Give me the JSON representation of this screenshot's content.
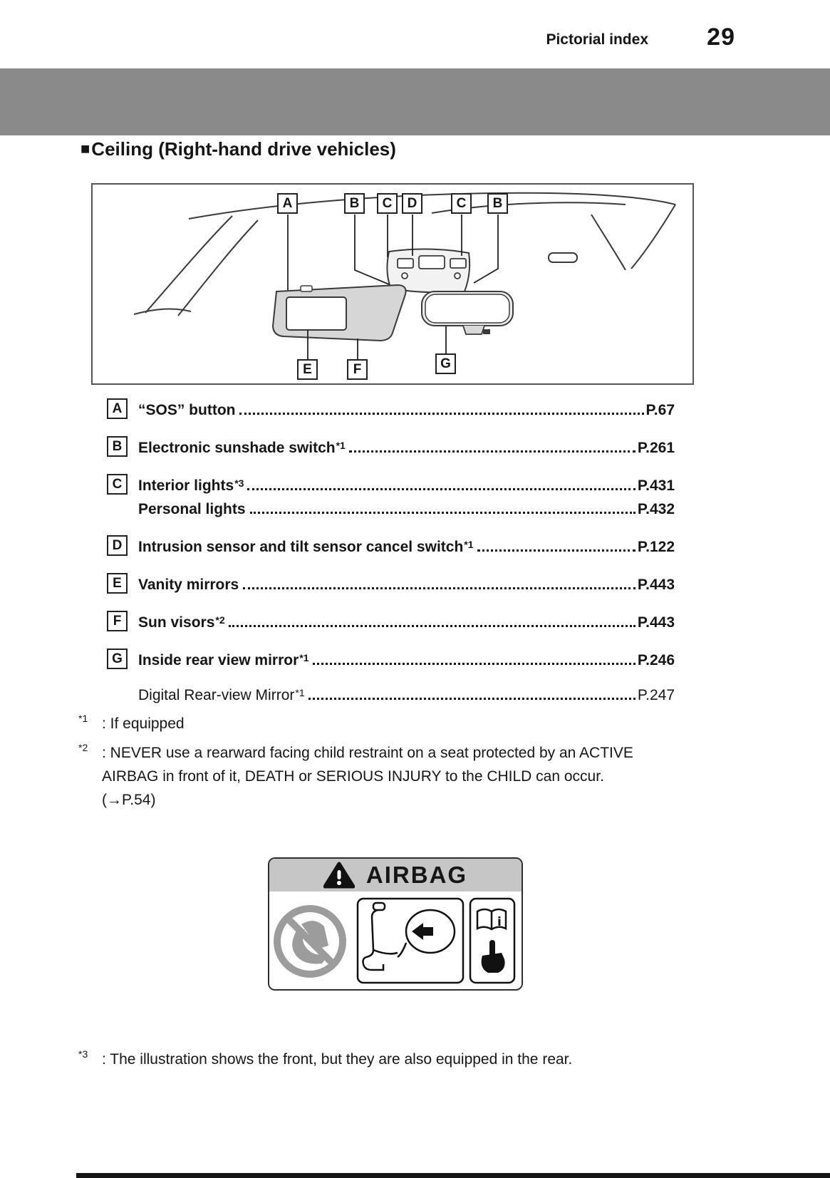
{
  "header": {
    "section_title": "Pictorial index",
    "page_number": "29"
  },
  "section": {
    "bullet": "■",
    "title": "Ceiling (Right-hand drive vehicles)"
  },
  "diagram": {
    "callouts_top": [
      "A",
      "B",
      "C",
      "D",
      "C",
      "B"
    ],
    "callouts_bottom": [
      "E",
      "F",
      "G"
    ]
  },
  "index": {
    "entries": [
      {
        "letter": "A",
        "lines": [
          {
            "label": "“SOS” button",
            "sup": "",
            "page": "P.67"
          }
        ]
      },
      {
        "letter": "B",
        "lines": [
          {
            "label": "Electronic sunshade switch",
            "sup": "*1",
            "page": "P.261"
          }
        ]
      },
      {
        "letter": "C",
        "lines": [
          {
            "label": "Interior lights",
            "sup": "*3",
            "page": "P.431"
          },
          {
            "label": "Personal lights",
            "sup": "",
            "page": "P.432"
          }
        ]
      },
      {
        "letter": "D",
        "lines": [
          {
            "label": "Intrusion sensor and tilt sensor cancel switch",
            "sup": "*1",
            "page": "P.122"
          }
        ]
      },
      {
        "letter": "E",
        "lines": [
          {
            "label": "Vanity mirrors",
            "sup": "",
            "page": "P.443"
          }
        ]
      },
      {
        "letter": "F",
        "lines": [
          {
            "label": "Sun visors",
            "sup": "*2",
            "page": "P.443"
          }
        ]
      },
      {
        "letter": "G",
        "lines": [
          {
            "label": "Inside rear view mirror",
            "sup": "*1",
            "page": "P.246"
          },
          {
            "label": "Digital Rear-view Mirror",
            "sup": "*1",
            "page": "P.247"
          }
        ]
      }
    ]
  },
  "footnotes": {
    "fn1": {
      "marker": "*1",
      "text": ": If equipped"
    },
    "fn2": {
      "marker": "*2",
      "text": ": NEVER use a rearward facing child restraint on a seat protected by an ACTIVE\nAIRBAG in front of it, DEATH or SERIOUS INJURY to the CHILD can occur.\n(→P.54)"
    },
    "fn3": {
      "marker": "*3",
      "text": ": The illustration shows the front, but they are also equipped in the rear."
    }
  },
  "airbag_label": {
    "title": "AIRBAG"
  },
  "colors": {
    "band_gray": "#8a8a8a",
    "label_header_gray": "#c6c6c6",
    "text": "#161616"
  }
}
